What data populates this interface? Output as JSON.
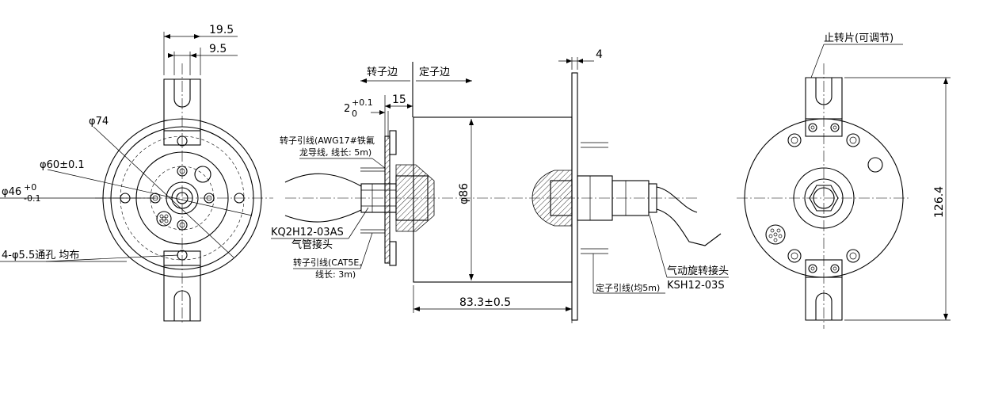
{
  "left_view": {
    "dim_19_5": "19.5",
    "dim_9_5": "9.5",
    "dia_74": "φ74",
    "dia_60": "φ60±0.1",
    "dia_46": "φ46",
    "dia_46_tol_upper": "+0",
    "dia_46_tol_lower": "-0.1",
    "holes_note": "4-φ5.5通孔 均布"
  },
  "side_view": {
    "rotor_side": "转子边",
    "stator_side": "定子边",
    "dim_2": "2",
    "dim_2_tol_upper": "+0.1",
    "dim_2_tol_lower": "0",
    "dim_15": "15",
    "dim_4": "4",
    "rotor_wire_line1": "转子引线(AWG17#铁氟",
    "rotor_wire_line2": "龙导线, 线长: 5m)",
    "fitting_model": "KQ2H12-03AS",
    "fitting_name": "气管接头",
    "rotor_cat5e_line1": "转子引线(CAT5E,",
    "rotor_cat5e_line2": "线长: 3m)",
    "dia_86": "φ86",
    "dim_length": "83.3±0.5",
    "stator_wire": "定子引线(均5m)",
    "rotary_joint_name": "气动旋转接头",
    "rotary_joint_model": "KSH12-03S"
  },
  "right_view": {
    "stop_tab": "止转片(可调节)",
    "dim_height": "126.4"
  }
}
